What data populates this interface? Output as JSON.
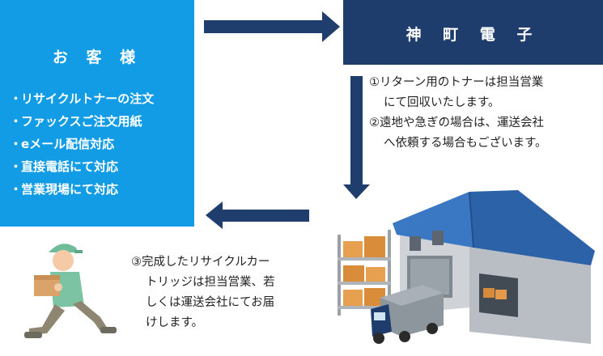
{
  "customer": {
    "title": "お 客 様",
    "items": [
      "リサイクルトナーの注文",
      "ファックスご注文用紙",
      "eメール配信対応",
      "直接電話にて対応",
      "営業現場にて対応"
    ]
  },
  "company": {
    "title": "神 町 電 子"
  },
  "notes": {
    "note1": {
      "l1": "①リターン用のトナーは担当営業",
      "l2": "にて回収いたします。"
    },
    "note2": {
      "l1": "②遠地や急ぎの場合は、運送会社",
      "l2": "へ依頼する場合もございます。"
    },
    "note3": {
      "l1": "③完成したリサイクルカー",
      "l2": "トリッジは担当営業、若",
      "l3": "しくは運送会社にてお届",
      "l4": "けします。"
    }
  },
  "colors": {
    "customer_blue": "#139ce6",
    "company_navy": "#1e3c6c",
    "arrow_navy": "#1f3d6d"
  },
  "icons": [
    "arrow-right-icon",
    "arrow-down-icon",
    "arrow-left-icon",
    "delivery-person-icon",
    "warehouse-icon",
    "truck-icon",
    "boxes-icon"
  ]
}
